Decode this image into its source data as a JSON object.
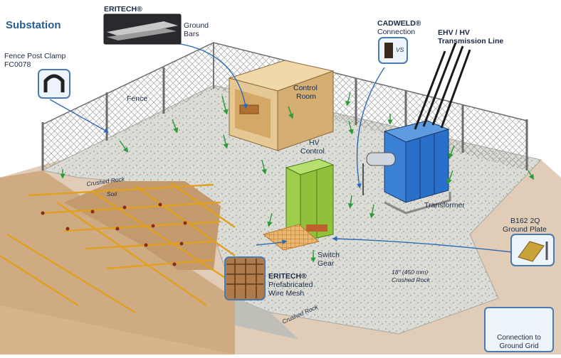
{
  "title": "Substation",
  "labels": {
    "ground_bars_brand": "ERITECH®",
    "ground_bars_line1": "Ground",
    "ground_bars_line2": "Bars",
    "fence_post_clamp_line1": "Fence Post Clamp",
    "fence_post_clamp_line2": "FC0078",
    "fence": "Fence",
    "control_room_line1": "Control",
    "control_room_line2": "Room",
    "cadweld_line1": "CADWELD®",
    "cadweld_line2": "Connection",
    "cadweld_badge": "VS",
    "ehv_line1": "EHV / HV",
    "ehv_line2": "Transmission Line",
    "hv_control_line1": "HV",
    "hv_control_line2": "Control",
    "crushed_rock": "Crushed Rock",
    "soil": "Soil",
    "transformer": "Transformer",
    "ground_plate_line1": "B162 2Q",
    "ground_plate_line2": "Ground Plate",
    "switch_gear_line1": "Switch",
    "switch_gear_line2": "Gear",
    "wire_mesh_brand": "ERITECH®",
    "wire_mesh_line1": "Prefabricated",
    "wire_mesh_line2": "Wire Mesh",
    "depth_line1": "18\" (450 mm)",
    "depth_line2": "Crushed Rock",
    "crushed_rock_edge": "Crushed Rock"
  },
  "legend": {
    "line1": "Connection to",
    "line2": "Ground Grid"
  },
  "colors": {
    "title": "#2b5c8f",
    "gravel": "#dcdcd6",
    "soil": "#c9a47c",
    "grid": "#e0a020",
    "transformer": "#2a6fc9",
    "switchgear": "#8fc23a",
    "control_room": "#e6c894",
    "ground_arrow": "#2e9b3a",
    "callout_line": "#2f6bb5"
  }
}
